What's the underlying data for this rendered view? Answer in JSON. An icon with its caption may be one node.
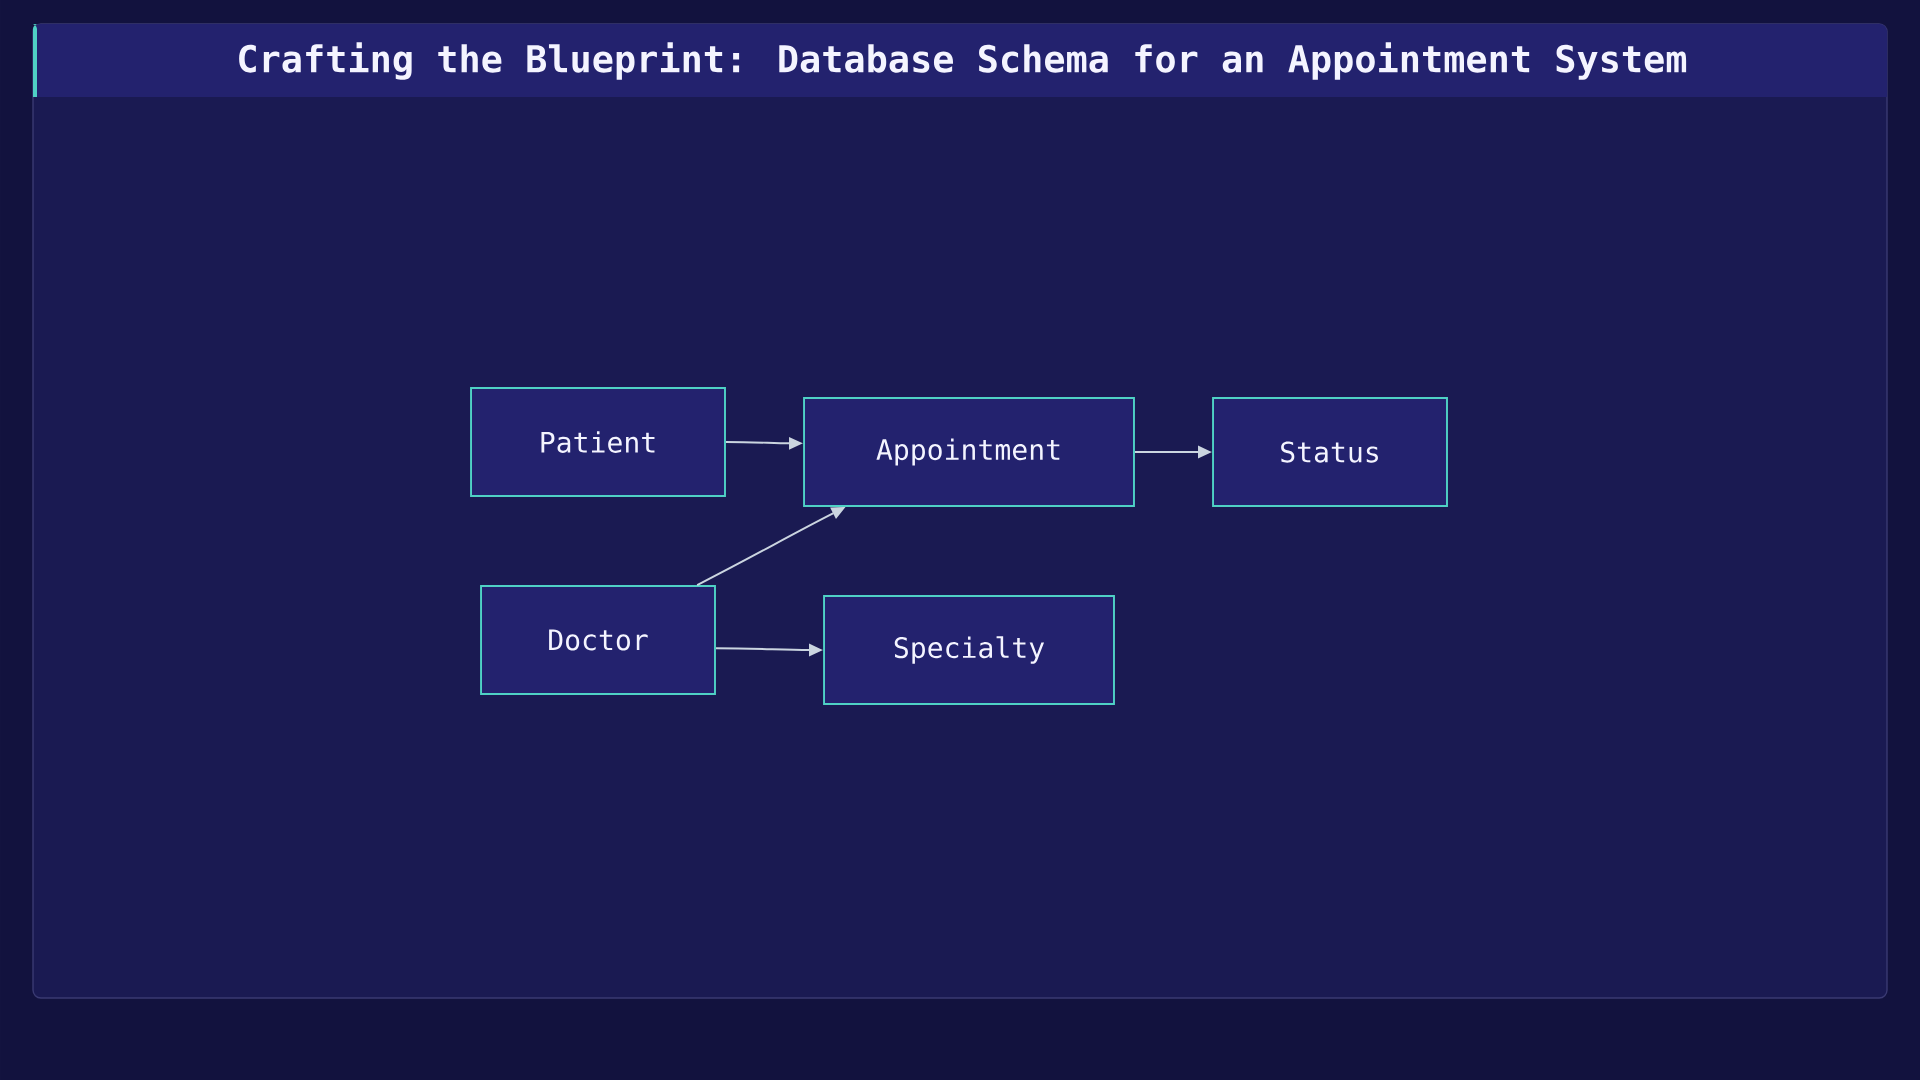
{
  "diagram": {
    "title": "Crafting the Blueprint: Database Schema for an Appointment System",
    "nodes": [
      {
        "text": [
          "Patient"
        ]
      },
      {
        "text": [
          "Appointment"
        ]
      },
      {
        "text": [
          "Status"
        ]
      },
      {
        "text": [
          "Doctor"
        ]
      },
      {
        "text": [
          "Specialty"
        ]
      }
    ],
    "edges": [
      {
        "from": 0,
        "to": 1,
        "arrow": "to"
      },
      {
        "from": 1,
        "to": 2,
        "arrow": "to"
      },
      {
        "from": 3,
        "to": 1,
        "arrow": "to"
      },
      {
        "from": 3,
        "to": 4,
        "arrow": "to"
      }
    ]
  }
}
